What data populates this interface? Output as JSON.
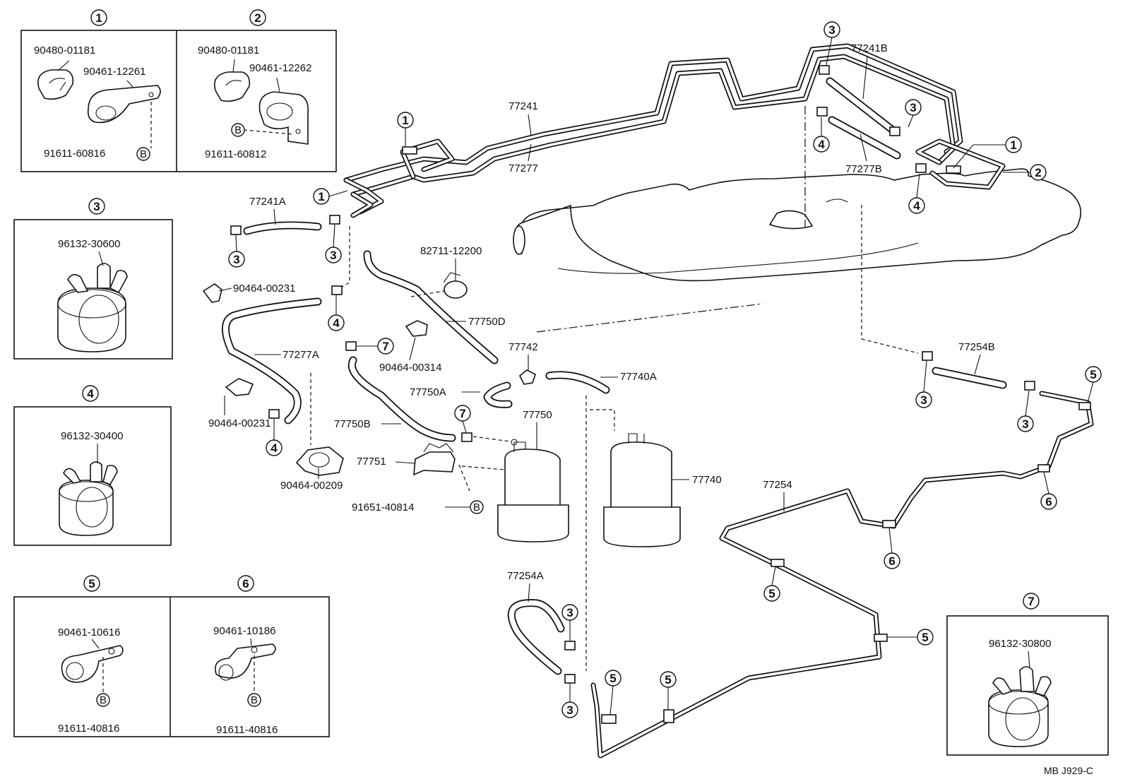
{
  "diagram": {
    "footer_code": "MB J929-C",
    "inset_boxes": [
      {
        "id": "1",
        "parts": [
          "90480-01181",
          "90461-12261",
          "91611-60816"
        ],
        "bolt": "B"
      },
      {
        "id": "2",
        "parts": [
          "90480-01181",
          "90461-12262",
          "91611-60812"
        ],
        "bolt": "B"
      },
      {
        "id": "3",
        "parts": [
          "96132-30600"
        ]
      },
      {
        "id": "4",
        "parts": [
          "96132-30400"
        ]
      },
      {
        "id": "5",
        "parts": [
          "90461-10616",
          "91611-40816"
        ],
        "bolt": "B"
      },
      {
        "id": "6",
        "parts": [
          "90461-10186",
          "91611-40816"
        ],
        "bolt": "B"
      },
      {
        "id": "7",
        "parts": [
          "96132-30800"
        ]
      }
    ],
    "part_labels": {
      "p77241": "77241",
      "p77277": "77277",
      "p77241B": "77241B",
      "p77277B": "77277B",
      "p77241A": "77241A",
      "p82711": "82711-12200",
      "p90464_00231a": "90464-00231",
      "p77750D": "77750D",
      "p77277A": "77277A",
      "p90464_00314": "90464-00314",
      "p77742": "77742",
      "p77740A": "77740A",
      "p77750A": "77750A",
      "p77750": "77750",
      "p77750B": "77750B",
      "p90464_00231b": "90464-00231",
      "p77751": "77751",
      "p77740": "77740",
      "p90464_00209": "90464-00209",
      "p91651": "91651-40814",
      "p77254B": "77254B",
      "p77254": "77254",
      "p77254A": "77254A"
    },
    "callouts": {
      "c1a": "1",
      "c1b": "1",
      "c1c": "1",
      "c2a": "2",
      "c3a": "3",
      "c3b": "3",
      "c3c": "3",
      "c3d": "3",
      "c3e": "3",
      "c3f": "3",
      "c3g": "3",
      "c3h": "3",
      "c4a": "4",
      "c4b": "4",
      "c4c": "4",
      "c4d": "4",
      "c5a": "5",
      "c5b": "5",
      "c5c": "5",
      "c5d": "5",
      "c5e": "5",
      "c6a": "6",
      "c6b": "6",
      "c7a": "7",
      "c7b": "7",
      "bB": "B"
    }
  }
}
